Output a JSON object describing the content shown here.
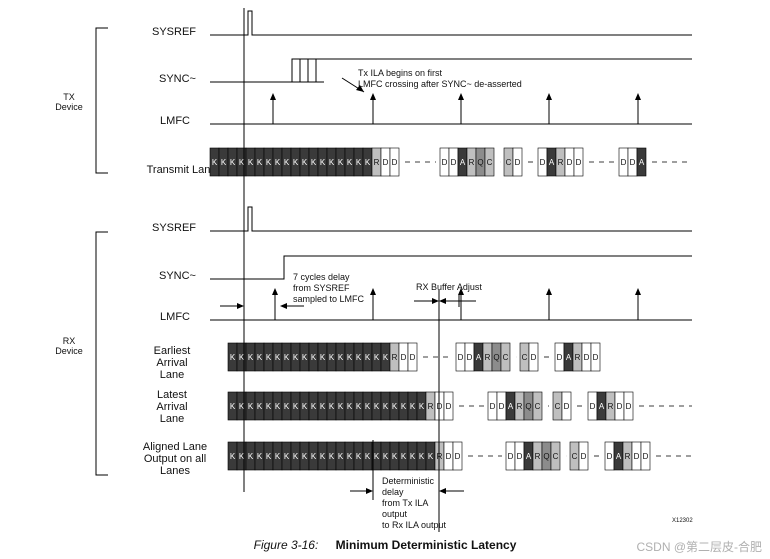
{
  "groups": {
    "tx": {
      "line1": "TX",
      "line2": "Device"
    },
    "rx": {
      "line1": "RX",
      "line2": "Device"
    }
  },
  "signals": {
    "tx_sysref": "SYSREF",
    "tx_sync": "SYNC~",
    "tx_lmfc": "LMFC",
    "tx_lanes": "Transmit Lanes",
    "rx_sysref": "SYSREF",
    "rx_sync": "SYNC~",
    "rx_lmfc": "LMFC",
    "earliest": [
      "Earliest",
      "Arrival",
      "Lane"
    ],
    "latest": [
      "Latest",
      "Arrival",
      "Lane"
    ],
    "aligned": [
      "Aligned Lane",
      "Output on all",
      "Lanes"
    ]
  },
  "annotations": {
    "tx_ila": [
      "Tx ILA begins on first",
      "LMFC crossing after SYNC~ de-asserted"
    ],
    "delay": [
      "7 cycles delay",
      "from SYSREF",
      "sampled to LMFC"
    ],
    "rx_buffer": "RX Buffer Adjust",
    "deterministic": [
      "Deterministic",
      "delay",
      "from Tx ILA",
      "output",
      "to Rx ILA output"
    ],
    "figure_id": "X12302"
  },
  "lanes": {
    "transmit": {
      "k_count": 18,
      "tail": [
        "R",
        "D",
        "D"
      ],
      "groups": [
        [
          "D",
          "D",
          "A",
          "R",
          "Q",
          "C"
        ],
        [
          "C",
          "D"
        ],
        [
          "D",
          "A",
          "R",
          "D",
          "D"
        ],
        [
          "D",
          "D",
          "A"
        ]
      ]
    },
    "earliest": {
      "k_count": 18,
      "tail": [
        "R",
        "D",
        "D"
      ],
      "groups": [
        [
          "D",
          "D",
          "A",
          "R",
          "Q",
          "C"
        ],
        [
          "C",
          "D"
        ],
        [
          "D",
          "A",
          "R",
          "D",
          "D"
        ]
      ]
    },
    "latest": {
      "k_count": 22,
      "tail": [
        "R",
        "D",
        "D"
      ],
      "groups": [
        [
          "D",
          "D",
          "A",
          "R",
          "Q",
          "C"
        ],
        [
          "C",
          "D"
        ],
        [
          "D",
          "A",
          "R",
          "D",
          "D"
        ]
      ]
    },
    "aligned": {
      "k_count": 23,
      "tail": [
        "R",
        "D",
        "D"
      ],
      "groups": [
        [
          "D",
          "D",
          "A",
          "R",
          "Q",
          "C"
        ],
        [
          "C",
          "D"
        ],
        [
          "D",
          "A",
          "R",
          "D",
          "D"
        ]
      ]
    }
  },
  "colors": {
    "k_fill": "#3a3a3a",
    "r_fill": "#bfbfbf",
    "a_fill": "#3a3a3a",
    "q_fill": "#8c8c8c",
    "c_fill": "#bfbfbf",
    "d_fill": "#ffffff",
    "line": "#000000"
  },
  "caption": {
    "number": "Figure 3-16:",
    "title": "Minimum Deterministic Latency"
  },
  "watermark": "CSDN @第二层皮-合肥"
}
